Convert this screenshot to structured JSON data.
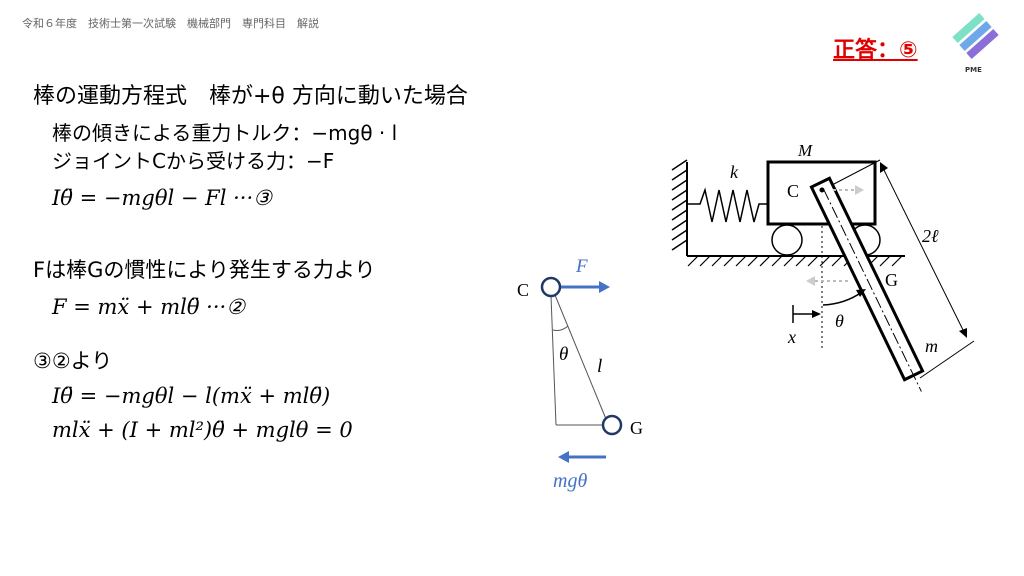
{
  "header": {
    "title": "令和６年度　技術士第一次試験　機械部門　専門科目　解説"
  },
  "answer": {
    "label": "正答：⑤"
  },
  "logo": {
    "text": "PME",
    "colors": [
      "#7fe0c8",
      "#6fa8e8",
      "#8a6fd8"
    ]
  },
  "content": {
    "line1": "棒の運動方程式　棒が+θ 方向に動いた場合",
    "line2": "棒の傾きによる重力トルク：−mgθ · l",
    "line3": "ジョイントCから受ける力：−F",
    "eq1": "Iθ̈ = −mgθl − Fl ···③",
    "line4": "Fは棒Gの慣性により発生する力より",
    "eq2": "F = mẍ + mlθ̈ ···②",
    "line5": "③②より",
    "eq3": "Iθ̈ = −mgθl − l(mẍ + mlθ̈)",
    "eq4": "mlẍ + (I + ml²)θ̈ + mglθ = 0"
  },
  "free_body": {
    "c_label": "C",
    "g_label": "G",
    "f_label": "F",
    "theta_label": "θ",
    "l_label": "l",
    "mg_label": "mgθ",
    "accent": "#4472c4"
  },
  "mechanism": {
    "m_label": "M",
    "k_label": "k",
    "c_label": "C",
    "g_label": "G",
    "length_label": "2ℓ",
    "mass_label": "m",
    "theta_label": "θ",
    "x_label": "x"
  }
}
